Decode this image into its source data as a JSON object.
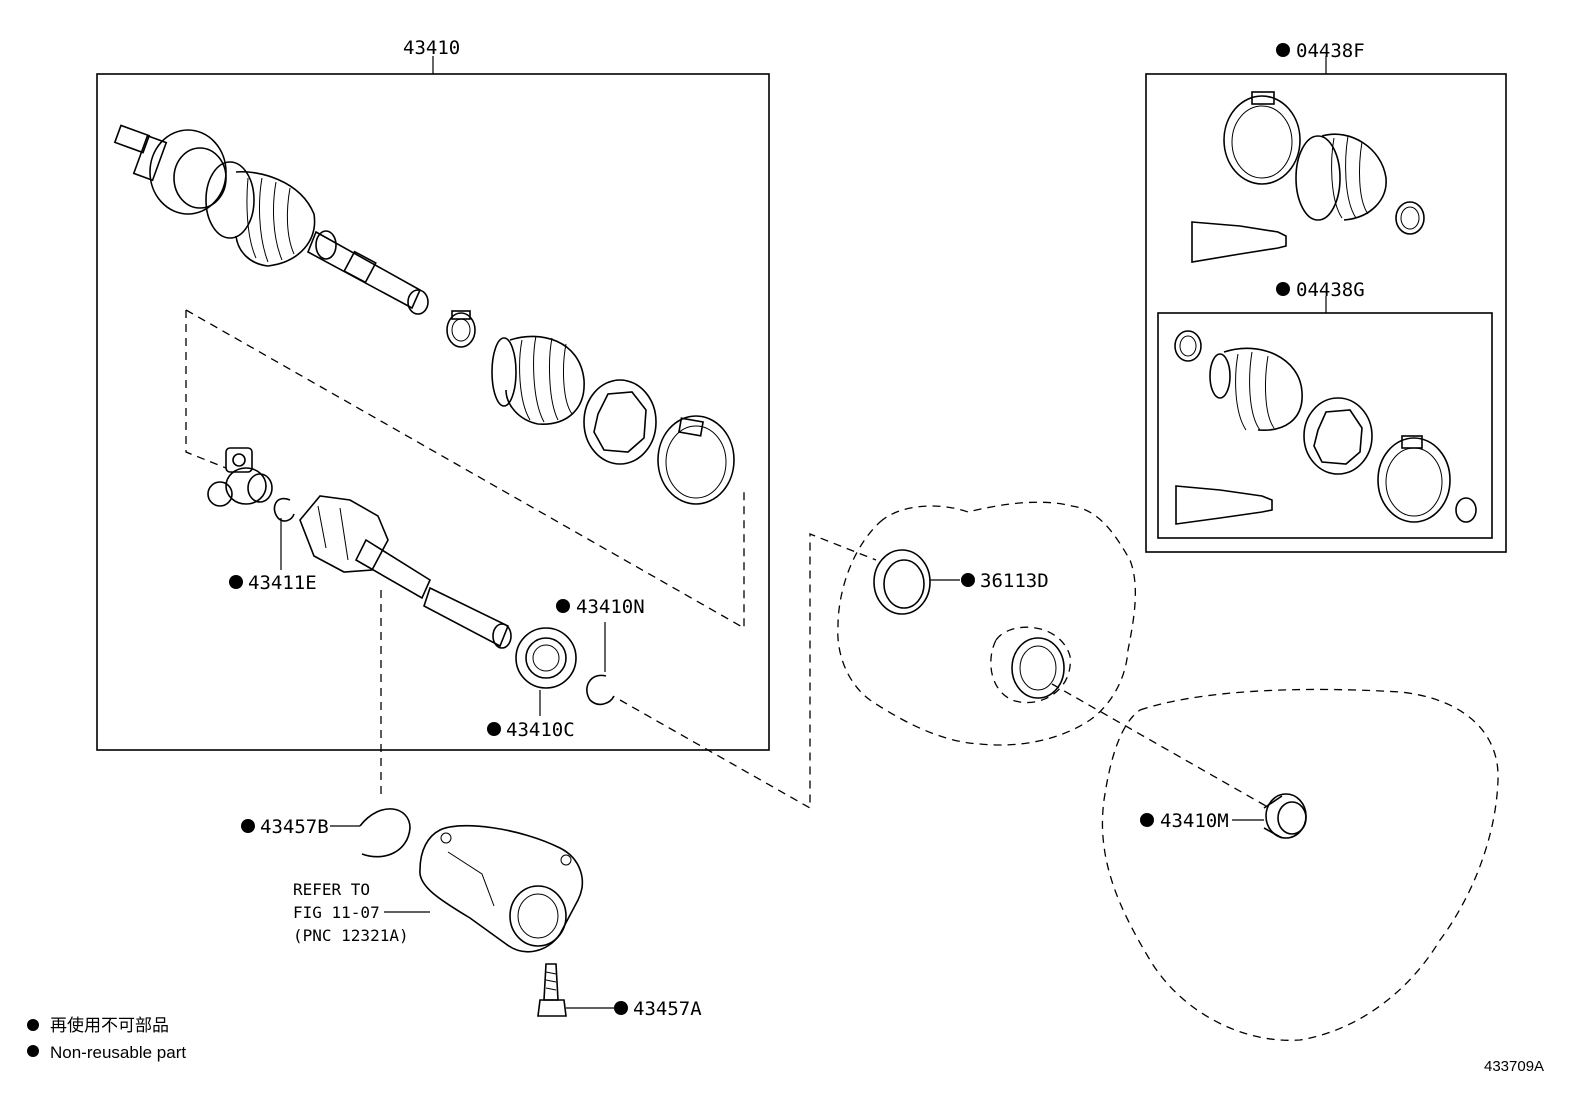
{
  "labels": {
    "assembly": "43410",
    "kit_outer": "04438F",
    "kit_inner": "04438G",
    "snap_ring_small": "43411E",
    "snap_ring_n": "43410N",
    "bearing": "43410C",
    "oil_seal": "36113D",
    "snap_ring_b": "43457B",
    "bolt": "43457A",
    "bearing_m": "43410M"
  },
  "refer": {
    "line1": "REFER TO",
    "line2": "FIG 11-07",
    "line3": "(PNC 12321A)"
  },
  "legend": {
    "jp": "再使用不可部品",
    "en": "Non-reusable part"
  },
  "figure_id": "433709A"
}
